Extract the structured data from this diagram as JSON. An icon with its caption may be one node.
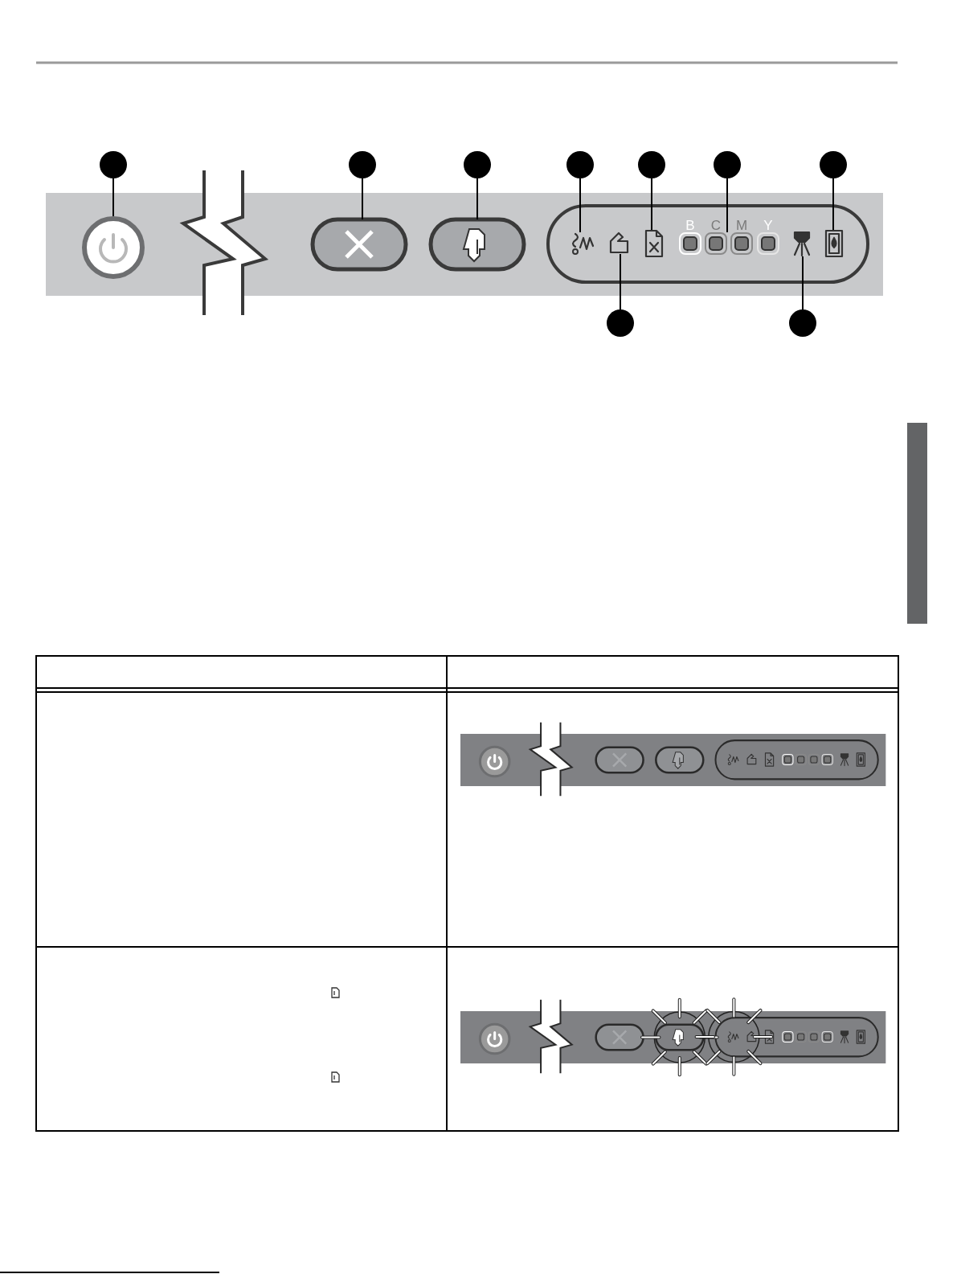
{
  "diagram": {
    "nodes": [
      {
        "text": [],
        "shape": "circle"
      },
      {
        "text": [],
        "shape": "circle"
      },
      {
        "text": [],
        "shape": "circle"
      },
      {
        "text": [],
        "shape": "circle"
      },
      {
        "text": [],
        "shape": "circle"
      },
      {
        "text": [],
        "shape": "circle"
      },
      {
        "text": [],
        "shape": "circle"
      },
      {
        "text": [],
        "shape": "circle"
      },
      {
        "text": [],
        "shape": "circle"
      },
      {
        "text": [],
        "shape": "circle"
      },
      {
        "text": [],
        "shape": "box"
      },
      {
        "text": [],
        "shape": "box"
      },
      {
        "text": [],
        "shape": "picture"
      },
      {
        "text": [],
        "shape": "picture"
      },
      {
        "text": [],
        "shape": "picture"
      },
      {
        "text": [],
        "shape": "picture"
      },
      {
        "text": [],
        "shape": "picture"
      },
      {
        "text": [],
        "shape": "picture"
      },
      {
        "text": [],
        "shape": "box"
      }
    ],
    "edges": [
      {
        "from": 0,
        "to": 9,
        "arrow": "none"
      },
      {
        "from": 1,
        "to": 10,
        "arrow": "none"
      },
      {
        "from": 2,
        "to": 11,
        "arrow": "none"
      },
      {
        "from": 3,
        "to": 12,
        "arrow": "none"
      },
      {
        "from": 4,
        "to": 14,
        "arrow": "none"
      },
      {
        "from": 5,
        "to": 15,
        "arrow": "none"
      },
      {
        "from": 6,
        "to": 17,
        "arrow": "none"
      },
      {
        "from": 7,
        "to": 13,
        "arrow": "none"
      },
      {
        "from": 8,
        "to": 16,
        "arrow": "none"
      }
    ],
    "labels": [
      "B",
      "C",
      "M",
      "Y"
    ]
  }
}
